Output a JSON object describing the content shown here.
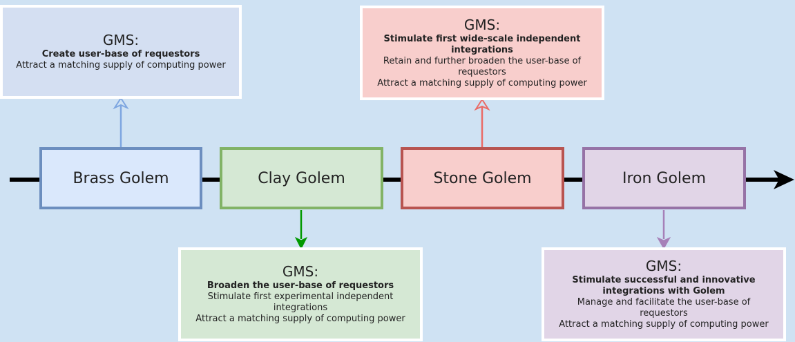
{
  "colors": {
    "background": "#cfe2f3",
    "timeline": "#000000",
    "brass": "#6c8ebf",
    "brass_fill": "#dae8fc",
    "clay": "#82b366",
    "clay_fill": "#d5e8d4",
    "stone": "#b85450",
    "stone_fill": "#f8cecc",
    "iron": "#9673a6",
    "iron_fill": "#e1d5e7",
    "brass_arrow": "#7ea6e0",
    "clay_arrow": "#009900",
    "stone_arrow": "#ea6b66",
    "iron_arrow": "#a680b8"
  },
  "stages": {
    "brass": "Brass Golem",
    "clay": "Clay Golem",
    "stone": "Stone Golem",
    "iron": "Iron Golem"
  },
  "gms": {
    "brass": {
      "title": "GMS:",
      "bold": "Create user-base of requestors",
      "lines": [
        "Attract a matching supply of computing power"
      ]
    },
    "stone": {
      "title": "GMS:",
      "bold": "Stimulate first wide-scale independent integrations",
      "lines": [
        "Retain and further broaden the user-base of requestors",
        "Attract a matching supply of computing power"
      ]
    },
    "clay": {
      "title": "GMS:",
      "bold": "Broaden the user-base of requestors",
      "lines": [
        "Stimulate first experimental independent integrations",
        "Attract a matching supply of computing power"
      ]
    },
    "iron": {
      "title": "GMS:",
      "bold": "Stimulate successful and innovative integrations with Golem",
      "lines": [
        "Manage and facilitate the user-base of requestors",
        "Attract a matching supply of computing power"
      ]
    }
  }
}
